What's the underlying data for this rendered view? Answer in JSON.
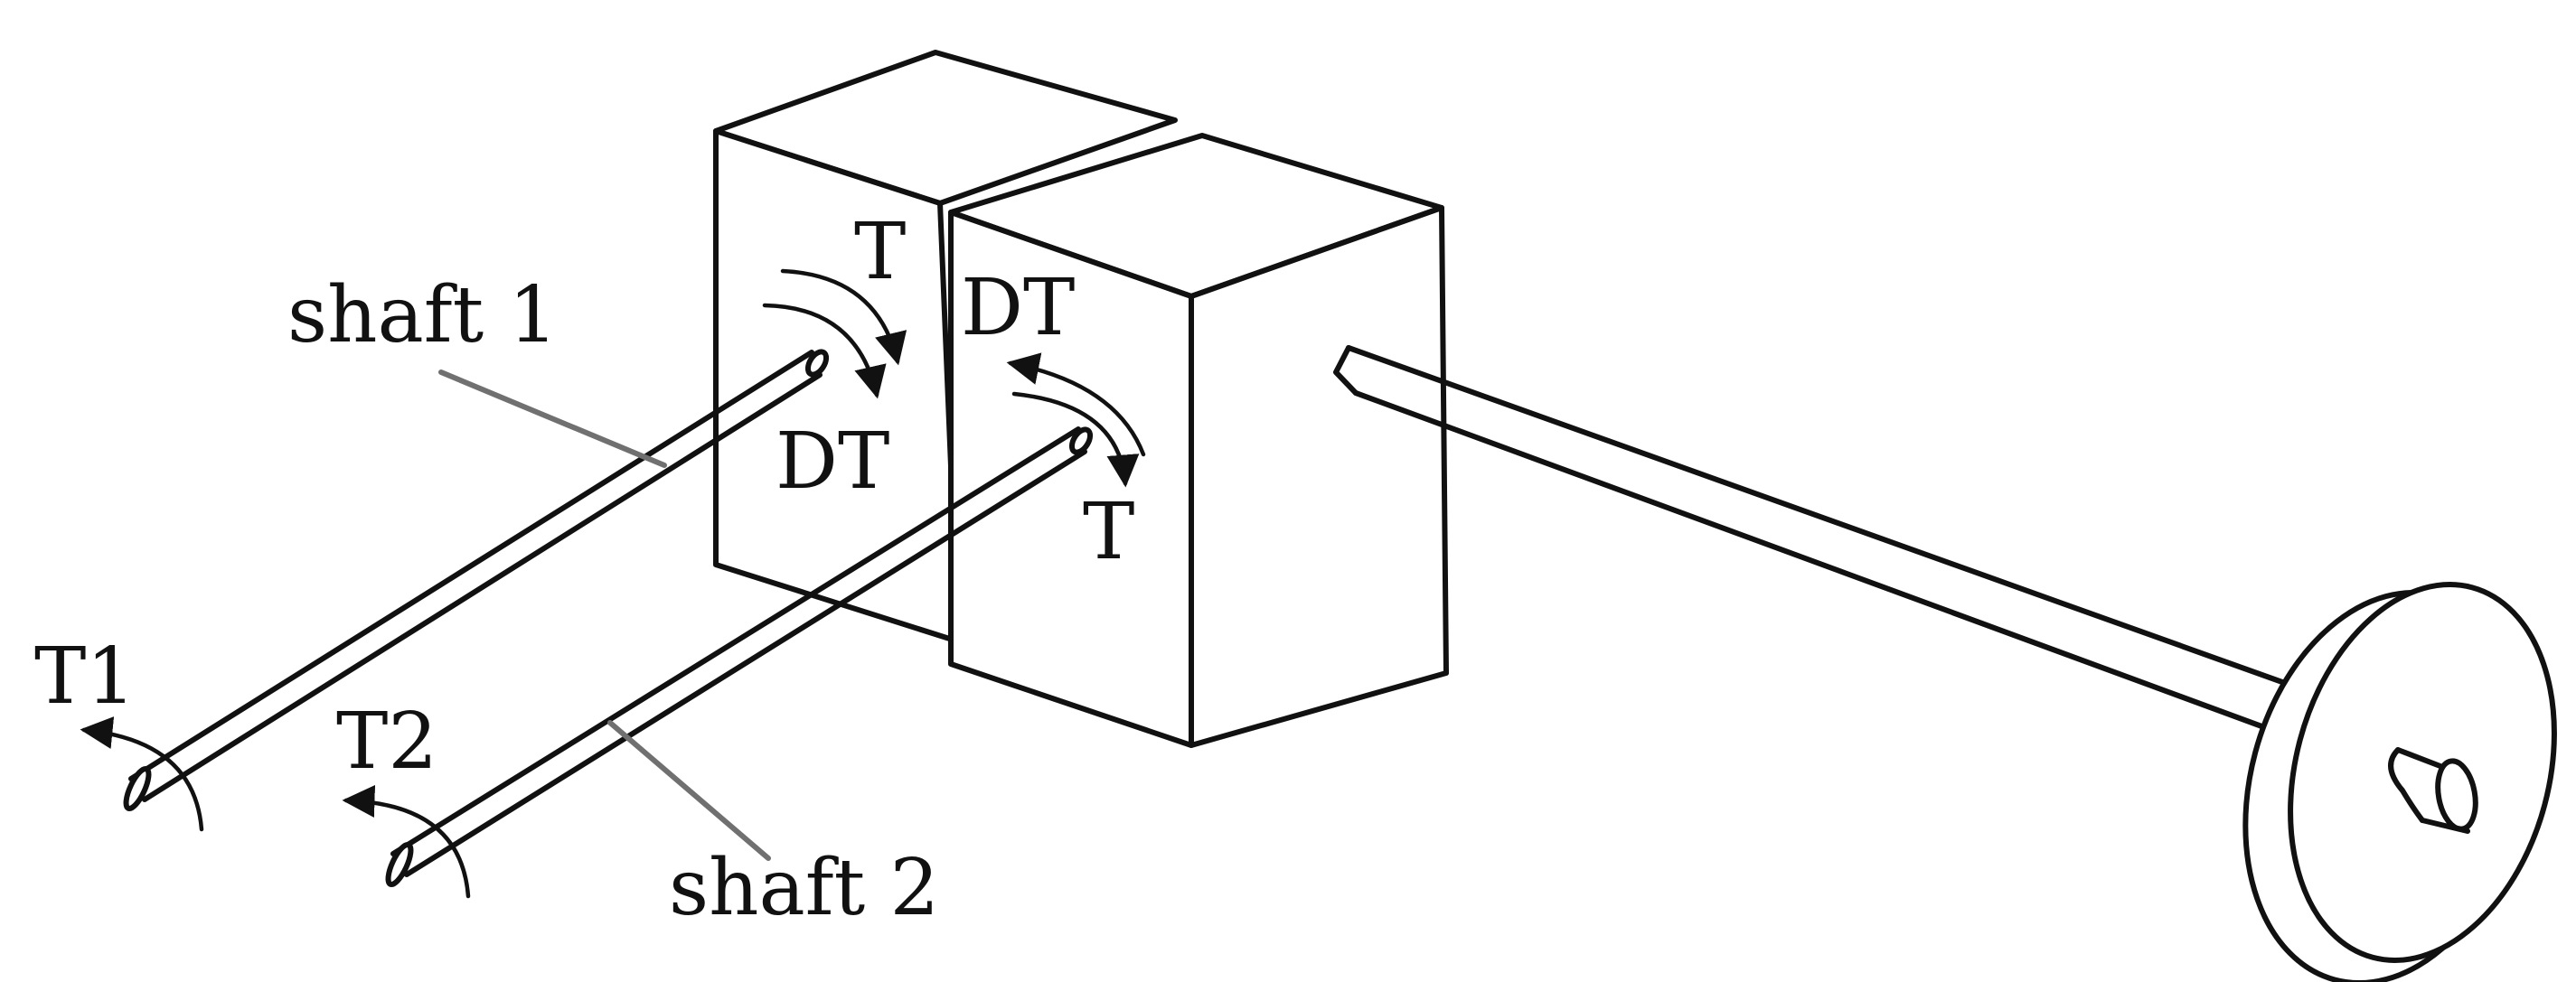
{
  "labels": {
    "shaft1": "shaft 1",
    "shaft2": "shaft 2",
    "T1": "T1",
    "T2": "T2",
    "box1_T": "T",
    "box1_DT": "DT",
    "box2_DT": "DT",
    "box2_T": "T"
  },
  "colors": {
    "line": "#111111",
    "leader": "#707070",
    "background": "#ffffff"
  }
}
